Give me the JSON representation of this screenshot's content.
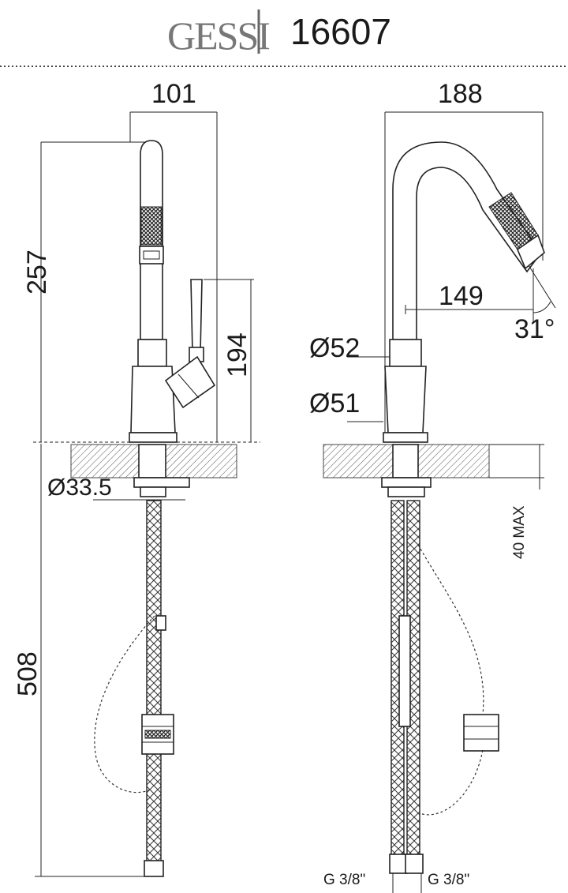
{
  "header": {
    "brand": "GESSI",
    "model": "16607"
  },
  "side_view": {
    "width_dim": "101",
    "total_height_dim": "257",
    "lever_height_dim": "194",
    "hose_length_dim": "508",
    "hole_diameter_dim": "Ø33.5"
  },
  "front_view": {
    "width_dim": "188",
    "reach_dim": "149",
    "angle_dim": "31°",
    "top_diameter_dim": "Ø52",
    "base_diameter_dim": "Ø51",
    "max_deck_dim": "40 MAX",
    "left_connection": "G 3/8\"",
    "right_connection": "G 3/8\""
  }
}
